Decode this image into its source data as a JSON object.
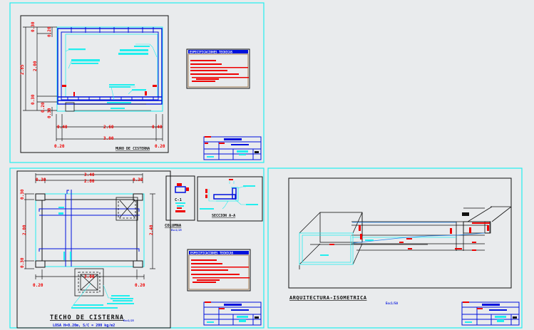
{
  "colors": {
    "background": "#e9ebed",
    "sheet_border": "#22eeee",
    "line_black": "#111111",
    "dimension_red": "#ee0000",
    "rebar_blue": "#0011dd",
    "cyan": "#11e6e6",
    "brown": "#a07850"
  },
  "sheets": [
    {
      "id": "muro",
      "title": "MURO DE CISTERNA",
      "dims_vertical": [
        "0.30",
        "0.20",
        "2.85",
        "2.00",
        "0.30",
        "0.20",
        "0.30"
      ],
      "dims_horizontal": [
        "0.40",
        "2.60",
        "0.40",
        "3.00",
        "0.20",
        "0.20"
      ],
      "notes_title": "ESPECIFICACIONES TECNICAS"
    },
    {
      "id": "techo",
      "title": "TECHO DE CISTERNA",
      "subtitle": "LOSA H=0.20m, S/C = 200 kg/m2",
      "scale": "Esc1/25",
      "dims_top": [
        "3.40",
        "0.30",
        "2.80",
        "0.30"
      ],
      "dims_side": [
        "0.30",
        "2.00",
        "0.30",
        "2.40"
      ],
      "dims_bottom": [
        "0.20",
        "3.00",
        "0.20"
      ],
      "column_label": "C-1",
      "column_title": "COLUMNA",
      "column_scale": "Esc1/25",
      "section_title": "SECCION A-A",
      "notes_title": "ESPECIFICACIONES TECNICAS"
    },
    {
      "id": "iso",
      "title": "ARQUITECTURA-ISOMETRICA",
      "scale": "Esc1/50"
    }
  ]
}
